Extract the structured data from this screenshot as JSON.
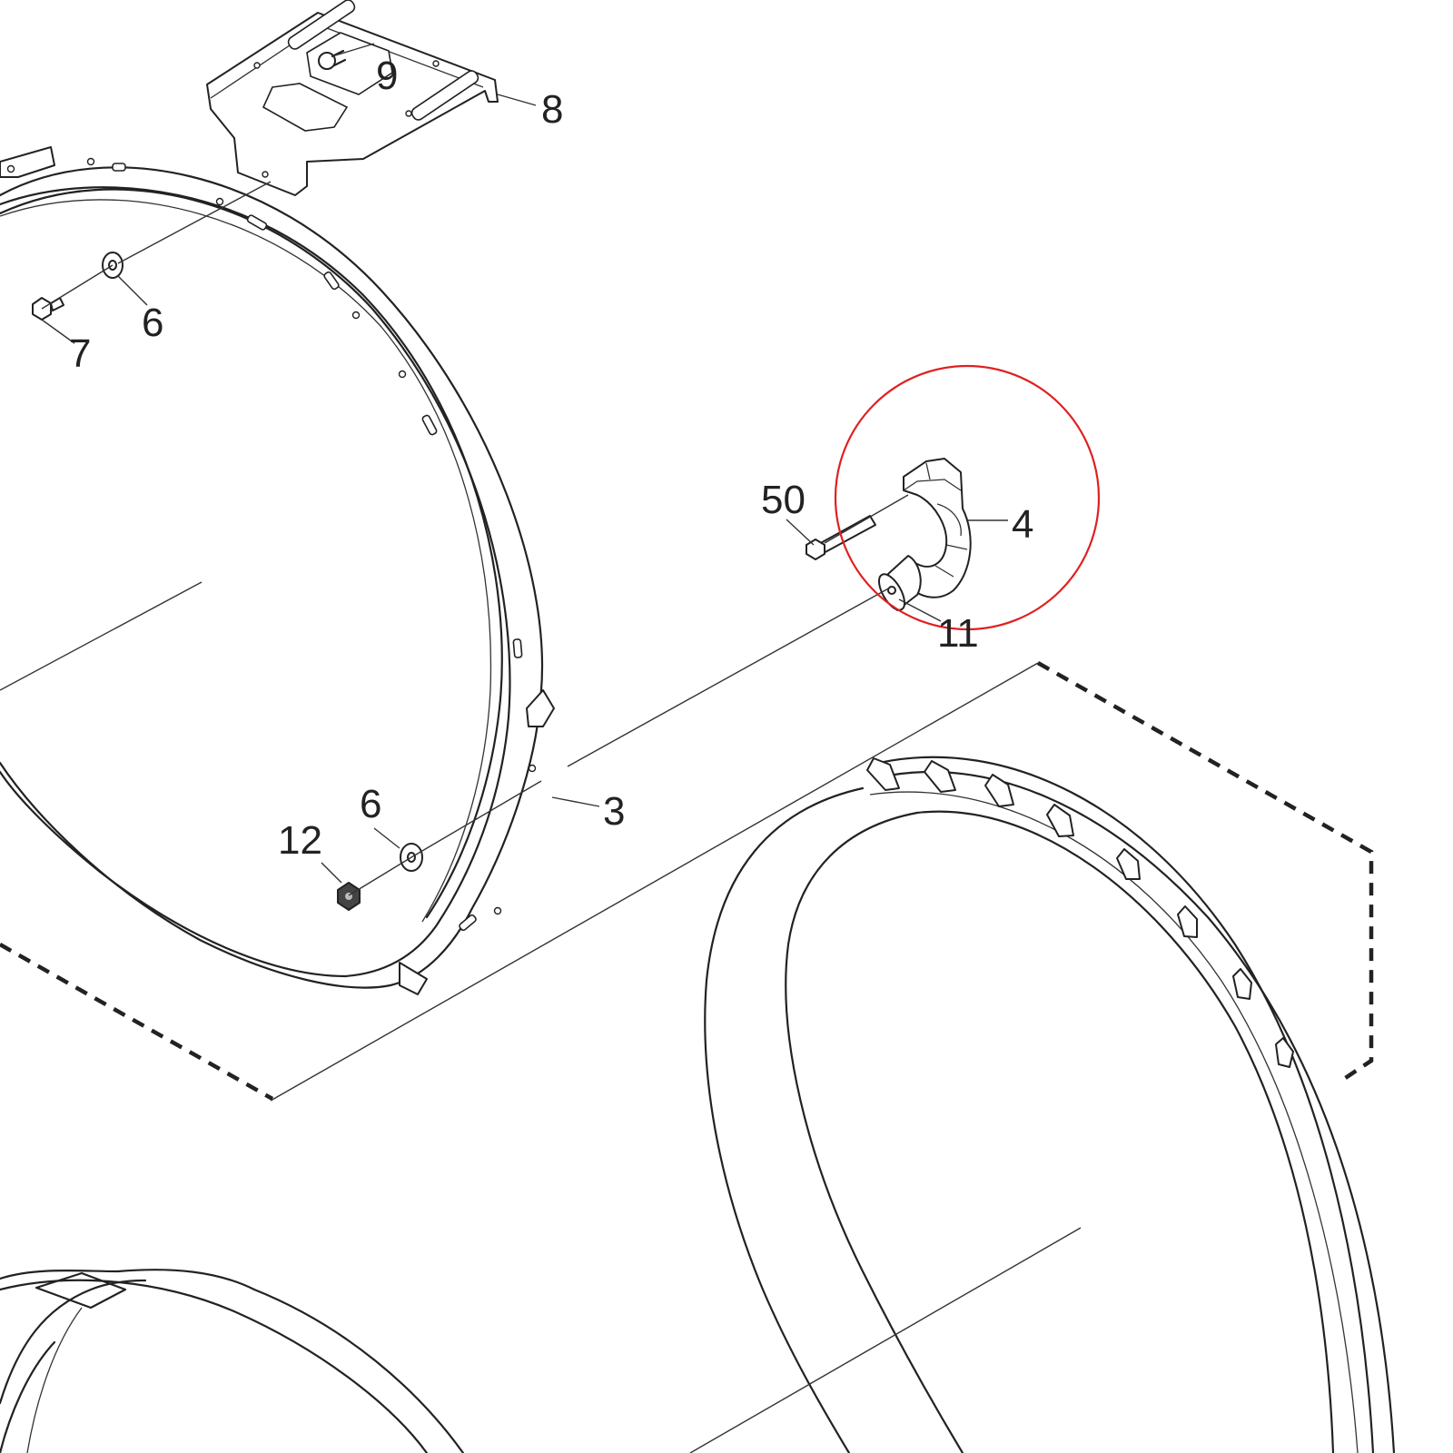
{
  "diagram": {
    "highlight_color": "#e02020",
    "callouts": [
      {
        "id": "9",
        "label": "9"
      },
      {
        "id": "8",
        "label": "8"
      },
      {
        "id": "6a",
        "label": "6"
      },
      {
        "id": "7",
        "label": "7"
      },
      {
        "id": "50",
        "label": "50"
      },
      {
        "id": "4",
        "label": "4"
      },
      {
        "id": "11",
        "label": "11"
      },
      {
        "id": "6b",
        "label": "6"
      },
      {
        "id": "12",
        "label": "12"
      },
      {
        "id": "3",
        "label": "3"
      }
    ]
  }
}
